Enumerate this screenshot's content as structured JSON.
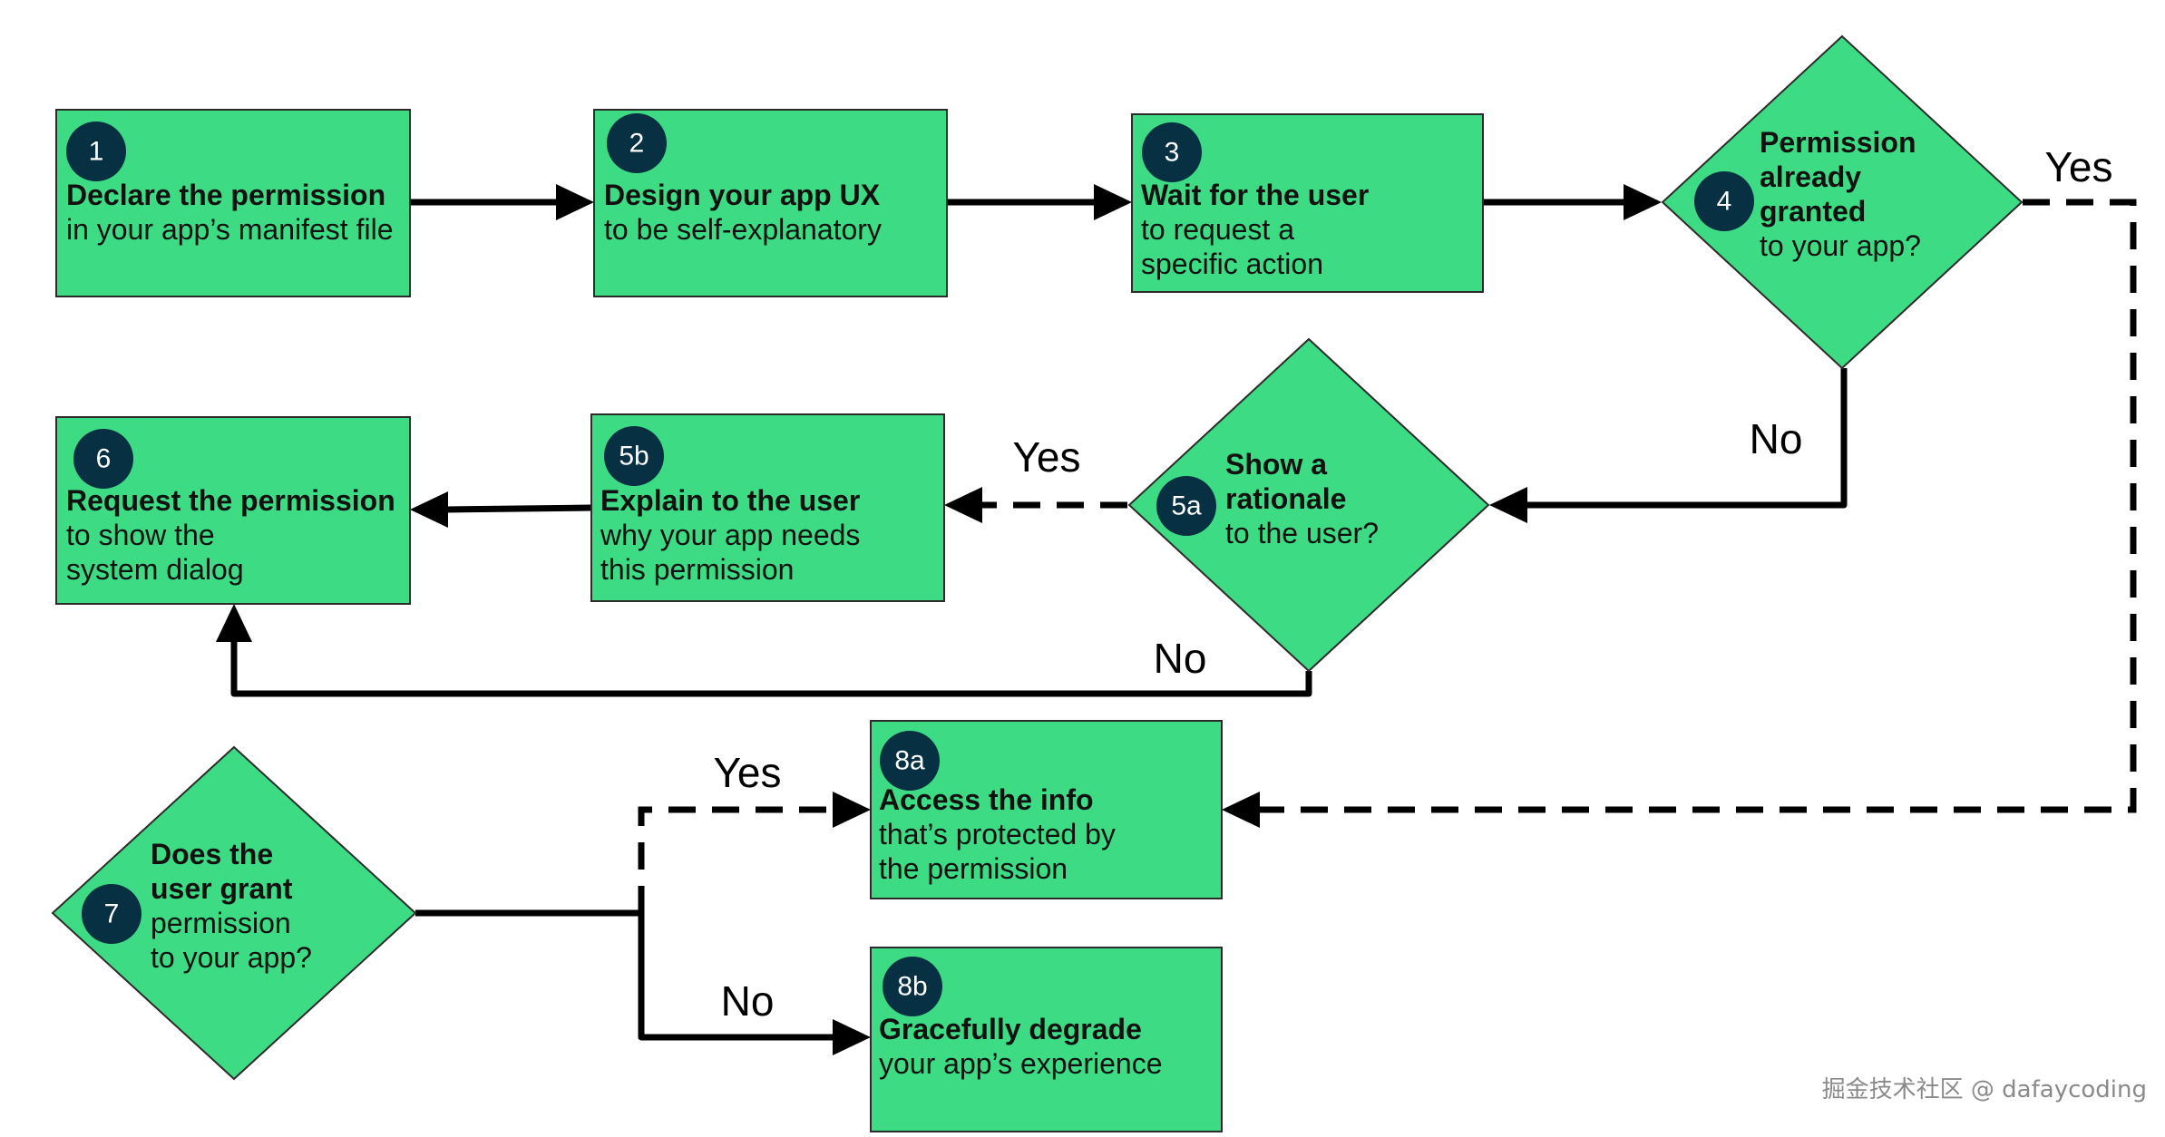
{
  "nodes": [
    {
      "id": "1",
      "shape": "rect",
      "number": "1",
      "bold": [
        "Declare the permission"
      ],
      "regular": [
        "in your app’s manifest file"
      ]
    },
    {
      "id": "2",
      "shape": "rect",
      "number": "2",
      "bold": [
        "Design your app UX"
      ],
      "regular": [
        "to be self-explanatory"
      ]
    },
    {
      "id": "3",
      "shape": "rect",
      "number": "3",
      "bold": [
        "Wait for the user"
      ],
      "regular": [
        "to request a",
        "specific action"
      ]
    },
    {
      "id": "4",
      "shape": "diamond",
      "number": "4",
      "bold": [
        "Permission",
        "already",
        "granted"
      ],
      "regular": [
        "to your app?"
      ]
    },
    {
      "id": "5a",
      "shape": "diamond",
      "number": "5a",
      "bold": [
        "Show a",
        "rationale"
      ],
      "regular": [
        "to the user?"
      ]
    },
    {
      "id": "5b",
      "shape": "rect",
      "number": "5b",
      "bold": [
        "Explain to the user"
      ],
      "regular": [
        "why your app needs",
        "this permission"
      ]
    },
    {
      "id": "6",
      "shape": "rect",
      "number": "6",
      "bold": [
        "Request the permission"
      ],
      "regular": [
        "to show the",
        "system dialog"
      ]
    },
    {
      "id": "7",
      "shape": "diamond",
      "number": "7",
      "bold": [
        "Does the",
        "user grant"
      ],
      "regular": [
        "permission",
        "to your app?"
      ]
    },
    {
      "id": "8a",
      "shape": "rect",
      "number": "8a",
      "bold": [
        "Access the info"
      ],
      "regular": [
        "that’s protected by",
        "the permission"
      ]
    },
    {
      "id": "8b",
      "shape": "rect",
      "number": "8b",
      "bold": [
        "Gracefully degrade"
      ],
      "regular": [
        "your app’s experience"
      ]
    }
  ],
  "edges": [
    {
      "id": "e-1-2",
      "from": "1",
      "to": "2",
      "style": "solid",
      "label": ""
    },
    {
      "id": "e-2-3",
      "from": "2",
      "to": "3",
      "style": "solid",
      "label": ""
    },
    {
      "id": "e-3-4",
      "from": "3",
      "to": "4",
      "style": "solid",
      "label": ""
    },
    {
      "id": "e-4-5a",
      "from": "4",
      "to": "5a",
      "style": "solid",
      "label": "No"
    },
    {
      "id": "e-4-8a",
      "from": "4",
      "to": "8a",
      "style": "dashed",
      "label": "Yes"
    },
    {
      "id": "e-5a-5b",
      "from": "5a",
      "to": "5b",
      "style": "dashed",
      "label": "Yes"
    },
    {
      "id": "e-5a-6",
      "from": "5a",
      "to": "6",
      "style": "solid",
      "label": "No"
    },
    {
      "id": "e-5b-6",
      "from": "5b",
      "to": "6",
      "style": "solid",
      "label": ""
    },
    {
      "id": "e-7-8a",
      "from": "7",
      "to": "8a",
      "style": "dashed",
      "label": "Yes"
    },
    {
      "id": "e-7-8b",
      "from": "7",
      "to": "8b",
      "style": "solid",
      "label": "No"
    }
  ],
  "watermark": "掘金技术社区 @ dafaycoding",
  "colors": {
    "node_fill": "#3ddc84",
    "node_border": "#2b2b2b",
    "badge": "#073042",
    "badge_text": "#ffffff",
    "text": "#111111",
    "edge": "#000000"
  }
}
